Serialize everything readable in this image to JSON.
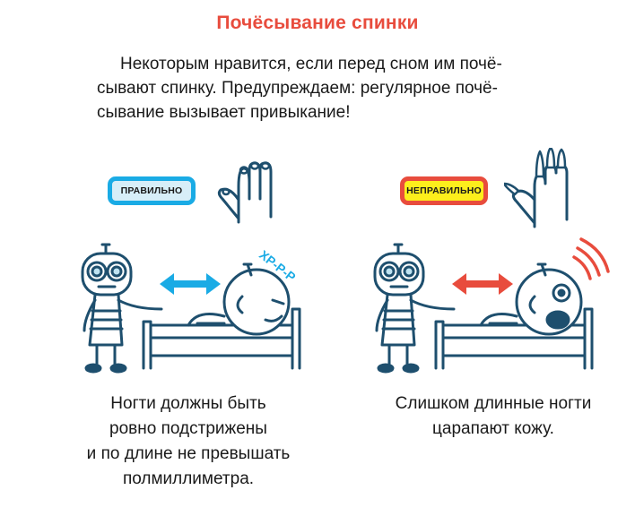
{
  "title": "Почёсывание спинки",
  "intro": {
    "lines": [
      "Некоторым нравится, если перед сном им почё-",
      "сывают спинку. Предупреждаем: регулярное почё-",
      "сывание вызывает привыкание!"
    ]
  },
  "left_panel": {
    "badge": "ПРАВИЛЬНО",
    "sound": "ХР-Р-Р",
    "caption": [
      "Ногти должны быть",
      "ровно подстрижены",
      "и по длине не превышать",
      "полмиллиметра."
    ]
  },
  "right_panel": {
    "badge": "НЕПРАВИЛЬНО",
    "caption": [
      "Слишком длинные ногти",
      "царапают кожу."
    ]
  },
  "colors": {
    "title": "#e84c3d",
    "ok": "#1aabe5",
    "bad": "#e84c3d",
    "bad_fill": "#fdee1c",
    "line": "#1e4f6e"
  }
}
